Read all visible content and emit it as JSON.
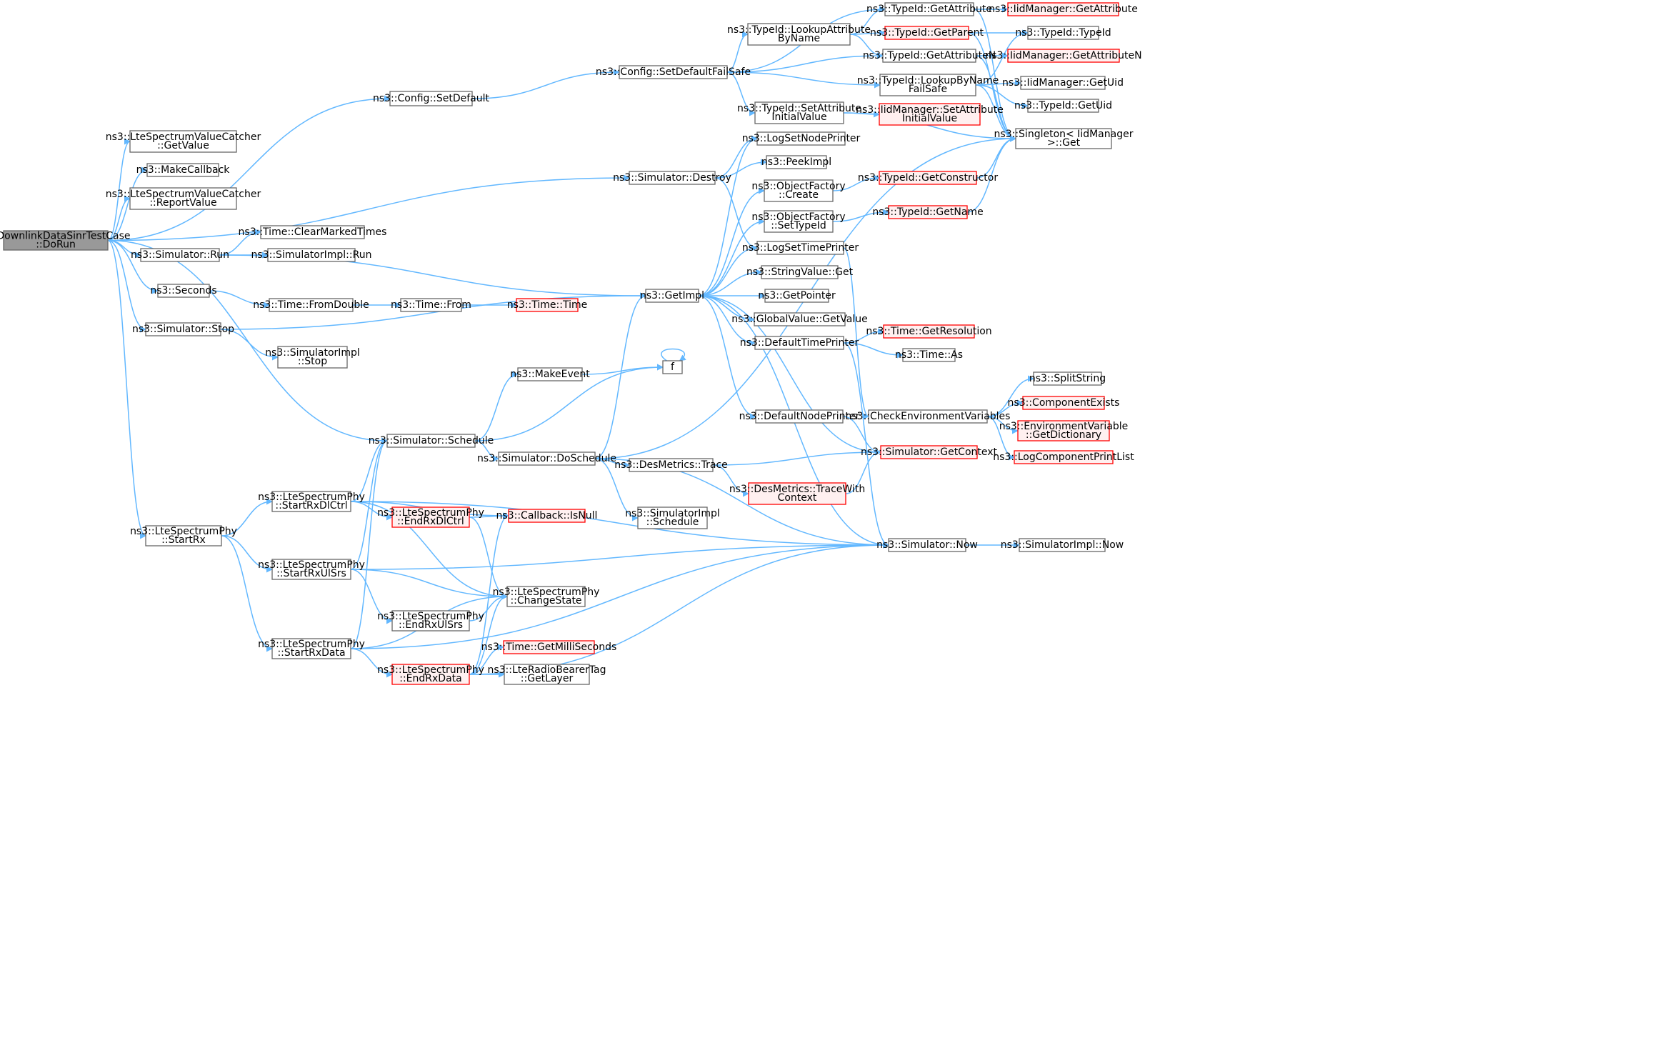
{
  "nodes": [
    {
      "id": "root",
      "lines": [
        "LteDownlinkDataSinrTestCase",
        "::DoRun"
      ],
      "style": "root"
    },
    {
      "id": "configSetDefault",
      "lines": [
        "ns3::Config::SetDefault"
      ]
    },
    {
      "id": "lteCatcherGet",
      "lines": [
        "ns3::LteSpectrumValueCatcher",
        "::GetValue"
      ]
    },
    {
      "id": "makeCallback",
      "lines": [
        "ns3::MakeCallback"
      ]
    },
    {
      "id": "lteCatcherReport",
      "lines": [
        "ns3::LteSpectrumValueCatcher",
        "::ReportValue"
      ]
    },
    {
      "id": "simRun",
      "lines": [
        "ns3::Simulator::Run"
      ]
    },
    {
      "id": "timeClearMarked",
      "lines": [
        "ns3::Time::ClearMarkedTimes"
      ]
    },
    {
      "id": "simImplRun",
      "lines": [
        "ns3::SimulatorImpl::Run"
      ]
    },
    {
      "id": "seconds",
      "lines": [
        "ns3::Seconds"
      ]
    },
    {
      "id": "timeFromDouble",
      "lines": [
        "ns3::Time::FromDouble"
      ]
    },
    {
      "id": "timeFrom",
      "lines": [
        "ns3::Time::From"
      ]
    },
    {
      "id": "timeTime",
      "lines": [
        "ns3::Time::Time"
      ],
      "style": "red"
    },
    {
      "id": "simStop",
      "lines": [
        "ns3::Simulator::Stop"
      ]
    },
    {
      "id": "simImplStop",
      "lines": [
        "ns3::SimulatorImpl",
        "::Stop"
      ]
    },
    {
      "id": "simDestroy",
      "lines": [
        "ns3::Simulator::Destroy"
      ]
    },
    {
      "id": "configSetDefaultFailSafe",
      "lines": [
        "ns3::Config::SetDefaultFailSafe"
      ]
    },
    {
      "id": "typeIdLookupAttr",
      "lines": [
        "ns3::TypeId::LookupAttribute",
        "ByName"
      ]
    },
    {
      "id": "typeIdGetAttribute",
      "lines": [
        "ns3::TypeId::GetAttribute"
      ]
    },
    {
      "id": "iidGetAttribute",
      "lines": [
        "ns3::IidManager::GetAttribute"
      ],
      "style": "red"
    },
    {
      "id": "typeIdGetParent",
      "lines": [
        "ns3::TypeId::GetParent"
      ],
      "style": "red"
    },
    {
      "id": "typeIdTypeId",
      "lines": [
        "ns3::TypeId::TypeId"
      ]
    },
    {
      "id": "typeIdGetAttributeN",
      "lines": [
        "ns3::TypeId::GetAttributeN"
      ]
    },
    {
      "id": "iidGetAttributeN",
      "lines": [
        "ns3::IidManager::GetAttributeN"
      ],
      "style": "red"
    },
    {
      "id": "typeIdLookupByName",
      "lines": [
        "ns3::TypeId::LookupByName",
        "FailSafe"
      ]
    },
    {
      "id": "iidGetUid",
      "lines": [
        "ns3::IidManager::GetUid"
      ]
    },
    {
      "id": "typeIdGetUid",
      "lines": [
        "ns3::TypeId::GetUid"
      ]
    },
    {
      "id": "typeIdSetAttrInit",
      "lines": [
        "ns3::TypeId::SetAttribute",
        "InitialValue"
      ]
    },
    {
      "id": "iidSetAttrInit",
      "lines": [
        "ns3::IidManager::SetAttribute",
        "InitialValue"
      ],
      "style": "red"
    },
    {
      "id": "singletonGet",
      "lines": [
        "ns3::Singleton< IidManager",
        " >::Get"
      ]
    },
    {
      "id": "logSetNodePrinter",
      "lines": [
        "ns3::LogSetNodePrinter"
      ]
    },
    {
      "id": "peekImpl",
      "lines": [
        "ns3::PeekImpl"
      ]
    },
    {
      "id": "objFactoryCreate",
      "lines": [
        "ns3::ObjectFactory",
        "::Create"
      ]
    },
    {
      "id": "typeIdGetConstructor",
      "lines": [
        "ns3::TypeId::GetConstructor"
      ],
      "style": "red"
    },
    {
      "id": "objFactorySetTypeId",
      "lines": [
        "ns3::ObjectFactory",
        "::SetTypeId"
      ]
    },
    {
      "id": "typeIdGetName",
      "lines": [
        "ns3::TypeId::GetName"
      ],
      "style": "red"
    },
    {
      "id": "logSetTimePrinter",
      "lines": [
        "ns3::LogSetTimePrinter"
      ]
    },
    {
      "id": "getImpl",
      "lines": [
        "ns3::GetImpl"
      ]
    },
    {
      "id": "stringValueGet",
      "lines": [
        "ns3::StringValue::Get"
      ]
    },
    {
      "id": "getPointer",
      "lines": [
        "ns3::GetPointer"
      ]
    },
    {
      "id": "globalValueGetValue",
      "lines": [
        "ns3::GlobalValue::GetValue"
      ]
    },
    {
      "id": "defaultTimePrinter",
      "lines": [
        "ns3::DefaultTimePrinter"
      ]
    },
    {
      "id": "timeGetResolution",
      "lines": [
        "ns3::Time::GetResolution"
      ],
      "style": "red"
    },
    {
      "id": "timeAs",
      "lines": [
        "ns3::Time::As"
      ]
    },
    {
      "id": "makeEvent",
      "lines": [
        "ns3::MakeEvent"
      ]
    },
    {
      "id": "f",
      "lines": [
        "f"
      ]
    },
    {
      "id": "defaultNodePrinter",
      "lines": [
        "ns3::DefaultNodePrinter"
      ]
    },
    {
      "id": "checkEnvVars",
      "lines": [
        "ns3::CheckEnvironmentVariables"
      ]
    },
    {
      "id": "splitString",
      "lines": [
        "ns3::SplitString"
      ]
    },
    {
      "id": "componentExists",
      "lines": [
        "ns3::ComponentExists"
      ],
      "style": "red"
    },
    {
      "id": "envVarGetDict",
      "lines": [
        "ns3::EnvironmentVariable",
        "::GetDictionary"
      ],
      "style": "red"
    },
    {
      "id": "logComponentPrintList",
      "lines": [
        "ns3::LogComponentPrintList"
      ],
      "style": "red"
    },
    {
      "id": "simSchedule",
      "lines": [
        "ns3::Simulator::Schedule"
      ]
    },
    {
      "id": "simDoSchedule",
      "lines": [
        "ns3::Simulator::DoSchedule"
      ]
    },
    {
      "id": "desMetricsTrace",
      "lines": [
        "ns3::DesMetrics::Trace"
      ]
    },
    {
      "id": "simGetContext",
      "lines": [
        "ns3::Simulator::GetContext"
      ],
      "style": "red"
    },
    {
      "id": "desMetricsTraceWithContext",
      "lines": [
        "ns3::DesMetrics::TraceWith",
        "Context"
      ],
      "style": "red"
    },
    {
      "id": "simImplSchedule",
      "lines": [
        "ns3::SimulatorImpl",
        "::Schedule"
      ]
    },
    {
      "id": "lteStartRx",
      "lines": [
        "ns3::LteSpectrumPhy",
        "::StartRx"
      ]
    },
    {
      "id": "lteStartRxDlCtrl",
      "lines": [
        "ns3::LteSpectrumPhy",
        "::StartRxDlCtrl"
      ]
    },
    {
      "id": "lteEndRxDlCtrl",
      "lines": [
        "ns3::LteSpectrumPhy",
        "::EndRxDlCtrl"
      ],
      "style": "red"
    },
    {
      "id": "callbackIsNull",
      "lines": [
        "ns3::Callback::IsNull"
      ],
      "style": "red"
    },
    {
      "id": "simNow",
      "lines": [
        "ns3::Simulator::Now"
      ]
    },
    {
      "id": "simImplNow",
      "lines": [
        "ns3::SimulatorImpl::Now"
      ]
    },
    {
      "id": "lteStartRxUlSrs",
      "lines": [
        "ns3::LteSpectrumPhy",
        "::StartRxUlSrs"
      ]
    },
    {
      "id": "lteChangeState",
      "lines": [
        "ns3::LteSpectrumPhy",
        "::ChangeState"
      ]
    },
    {
      "id": "lteEndRxUlSrs",
      "lines": [
        "ns3::LteSpectrumPhy",
        "::EndRxUlSrs"
      ]
    },
    {
      "id": "lteStartRxData",
      "lines": [
        "ns3::LteSpectrumPhy",
        "::StartRxData"
      ]
    },
    {
      "id": "timeGetMilli",
      "lines": [
        "ns3::Time::GetMilliSeconds"
      ],
      "style": "red"
    },
    {
      "id": "lteEndRxData",
      "lines": [
        "ns3::LteSpectrumPhy",
        "::EndRxData"
      ],
      "style": "red"
    },
    {
      "id": "lteRadioBearerTag",
      "lines": [
        "ns3::LteRadioBearerTag",
        "::GetLayer"
      ]
    }
  ],
  "edges": [
    [
      "root",
      "configSetDefault"
    ],
    [
      "root",
      "lteCatcherGet"
    ],
    [
      "root",
      "makeCallback"
    ],
    [
      "root",
      "lteCatcherReport"
    ],
    [
      "root",
      "simDestroy"
    ],
    [
      "root",
      "simRun"
    ],
    [
      "root",
      "seconds"
    ],
    [
      "root",
      "simStop"
    ],
    [
      "root",
      "simSchedule"
    ],
    [
      "root",
      "lteStartRx"
    ],
    [
      "configSetDefault",
      "configSetDefaultFailSafe"
    ],
    [
      "configSetDefaultFailSafe",
      "typeIdGetAttribute"
    ],
    [
      "configSetDefaultFailSafe",
      "typeIdLookupAttr"
    ],
    [
      "configSetDefaultFailSafe",
      "typeIdGetAttributeN"
    ],
    [
      "configSetDefaultFailSafe",
      "typeIdLookupByName"
    ],
    [
      "configSetDefaultFailSafe",
      "typeIdSetAttrInit"
    ],
    [
      "typeIdLookupAttr",
      "typeIdGetAttribute"
    ],
    [
      "typeIdLookupAttr",
      "typeIdGetParent"
    ],
    [
      "typeIdLookupAttr",
      "typeIdGetAttributeN"
    ],
    [
      "typeIdGetAttribute",
      "iidGetAttribute"
    ],
    [
      "typeIdGetAttribute",
      "singletonGet"
    ],
    [
      "typeIdGetParent",
      "typeIdTypeId"
    ],
    [
      "typeIdGetParent",
      "singletonGet"
    ],
    [
      "typeIdGetAttributeN",
      "iidGetAttributeN"
    ],
    [
      "typeIdGetAttributeN",
      "singletonGet"
    ],
    [
      "typeIdLookupByName",
      "typeIdTypeId"
    ],
    [
      "typeIdLookupByName",
      "iidGetUid"
    ],
    [
      "typeIdLookupByName",
      "typeIdGetUid"
    ],
    [
      "typeIdLookupByName",
      "singletonGet"
    ],
    [
      "typeIdSetAttrInit",
      "iidSetAttrInit"
    ],
    [
      "typeIdSetAttrInit",
      "singletonGet"
    ],
    [
      "simDestroy",
      "logSetNodePrinter"
    ],
    [
      "simDestroy",
      "peekImpl"
    ],
    [
      "simDestroy",
      "logSetTimePrinter"
    ],
    [
      "simRun",
      "timeClearMarked"
    ],
    [
      "simRun",
      "simImplRun"
    ],
    [
      "simRun",
      "getImpl"
    ],
    [
      "seconds",
      "timeFromDouble"
    ],
    [
      "timeFromDouble",
      "timeFrom"
    ],
    [
      "timeFrom",
      "timeTime"
    ],
    [
      "simStop",
      "getImpl"
    ],
    [
      "simStop",
      "simImplStop"
    ],
    [
      "getImpl",
      "logSetNodePrinter"
    ],
    [
      "getImpl",
      "objFactoryCreate"
    ],
    [
      "getImpl",
      "objFactorySetTypeId"
    ],
    [
      "getImpl",
      "logSetTimePrinter"
    ],
    [
      "getImpl",
      "stringValueGet"
    ],
    [
      "getImpl",
      "getPointer"
    ],
    [
      "getImpl",
      "globalValueGetValue"
    ],
    [
      "getImpl",
      "defaultTimePrinter"
    ],
    [
      "getImpl",
      "defaultNodePrinter"
    ],
    [
      "getImpl",
      "simNow"
    ],
    [
      "getImpl",
      "simGetContext"
    ],
    [
      "objFactoryCreate",
      "typeIdGetConstructor"
    ],
    [
      "objFactorySetTypeId",
      "typeIdGetName"
    ],
    [
      "typeIdGetConstructor",
      "singletonGet"
    ],
    [
      "typeIdGetName",
      "singletonGet"
    ],
    [
      "logSetTimePrinter",
      "checkEnvVars"
    ],
    [
      "defaultTimePrinter",
      "timeGetResolution"
    ],
    [
      "defaultTimePrinter",
      "timeAs"
    ],
    [
      "defaultTimePrinter",
      "simNow"
    ],
    [
      "defaultNodePrinter",
      "simGetContext"
    ],
    [
      "checkEnvVars",
      "splitString"
    ],
    [
      "checkEnvVars",
      "componentExists"
    ],
    [
      "checkEnvVars",
      "envVarGetDict"
    ],
    [
      "checkEnvVars",
      "logComponentPrintList"
    ],
    [
      "simSchedule",
      "makeEvent"
    ],
    [
      "simSchedule",
      "f"
    ],
    [
      "simSchedule",
      "simDoSchedule"
    ],
    [
      "makeEvent",
      "f"
    ],
    [
      "f",
      "f"
    ],
    [
      "simDoSchedule",
      "getImpl"
    ],
    [
      "simDoSchedule",
      "singletonGet"
    ],
    [
      "simDoSchedule",
      "desMetricsTrace"
    ],
    [
      "simDoSchedule",
      "simImplSchedule"
    ],
    [
      "simDoSchedule",
      "simNow"
    ],
    [
      "desMetricsTrace",
      "simGetContext"
    ],
    [
      "desMetricsTrace",
      "desMetricsTraceWithContext"
    ],
    [
      "desMetricsTraceWithContext",
      "simGetContext"
    ],
    [
      "lteStartRx",
      "lteStartRxDlCtrl"
    ],
    [
      "lteStartRx",
      "lteStartRxUlSrs"
    ],
    [
      "lteStartRx",
      "lteStartRxData"
    ],
    [
      "lteStartRxDlCtrl",
      "simSchedule"
    ],
    [
      "lteStartRxDlCtrl",
      "lteEndRxDlCtrl"
    ],
    [
      "lteStartRxDlCtrl",
      "callbackIsNull"
    ],
    [
      "lteStartRxDlCtrl",
      "lteChangeState"
    ],
    [
      "lteStartRxDlCtrl",
      "simNow"
    ],
    [
      "lteEndRxDlCtrl",
      "callbackIsNull"
    ],
    [
      "lteEndRxDlCtrl",
      "lteChangeState"
    ],
    [
      "lteStartRxUlSrs",
      "simSchedule"
    ],
    [
      "lteStartRxUlSrs",
      "lteChangeState"
    ],
    [
      "lteStartRxUlSrs",
      "lteEndRxUlSrs"
    ],
    [
      "lteStartRxUlSrs",
      "simNow"
    ],
    [
      "lteEndRxUlSrs",
      "lteChangeState"
    ],
    [
      "lteStartRxData",
      "simSchedule"
    ],
    [
      "lteStartRxData",
      "lteChangeState"
    ],
    [
      "lteStartRxData",
      "lteEndRxData"
    ],
    [
      "lteStartRxData",
      "simNow"
    ],
    [
      "lteEndRxData",
      "callbackIsNull"
    ],
    [
      "lteEndRxData",
      "lteChangeState"
    ],
    [
      "lteEndRxData",
      "timeGetMilli"
    ],
    [
      "lteEndRxData",
      "lteRadioBearerTag"
    ],
    [
      "lteEndRxData",
      "simNow"
    ],
    [
      "simNow",
      "simImplNow"
    ]
  ],
  "colors": {
    "edge": "#63b8ff",
    "node_border": "#666666",
    "root_fill": "#999999",
    "red_border": "#ff0000",
    "red_fill": "#fff0f0"
  }
}
